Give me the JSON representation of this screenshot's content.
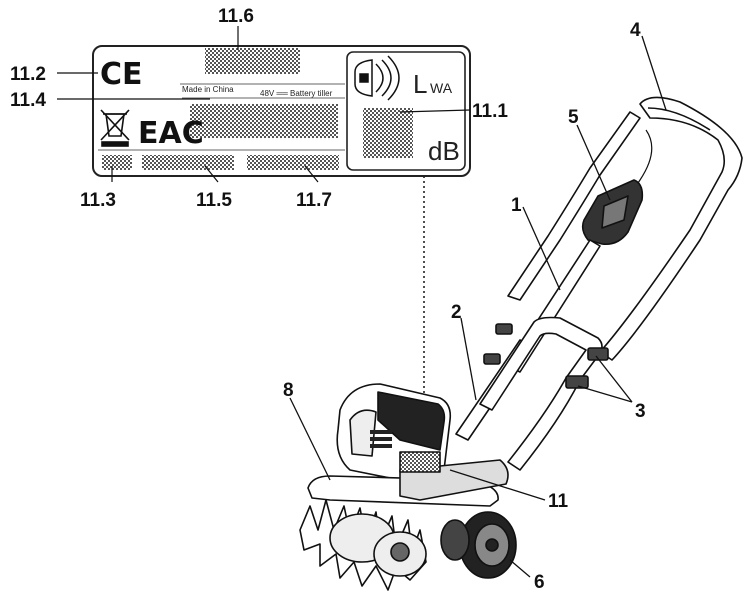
{
  "label_plate": {
    "made_in": "Made in China",
    "voltage": "48V ══ Battery tiller",
    "ce_mark": "CE",
    "eac_mark": "EAC",
    "lwa_symbol": "L",
    "lwa_subscript": "WA",
    "db_unit": "dB"
  },
  "callouts": {
    "c11_6": "11.6",
    "c11_2": "11.2",
    "c11_4": "11.4",
    "c11_1": "11.1",
    "c11_3": "11.3",
    "c11_5": "11.5",
    "c11_7": "11.7",
    "c1": "1",
    "c2": "2",
    "c3": "3",
    "c4": "4",
    "c5": "5",
    "c6": "6",
    "c8": "8",
    "c11": "11"
  },
  "icons": {
    "ce": "ce-mark-icon",
    "weee": "crossed-bin-icon",
    "eac": "eac-mark-icon",
    "noise": "sound-power-icon"
  }
}
